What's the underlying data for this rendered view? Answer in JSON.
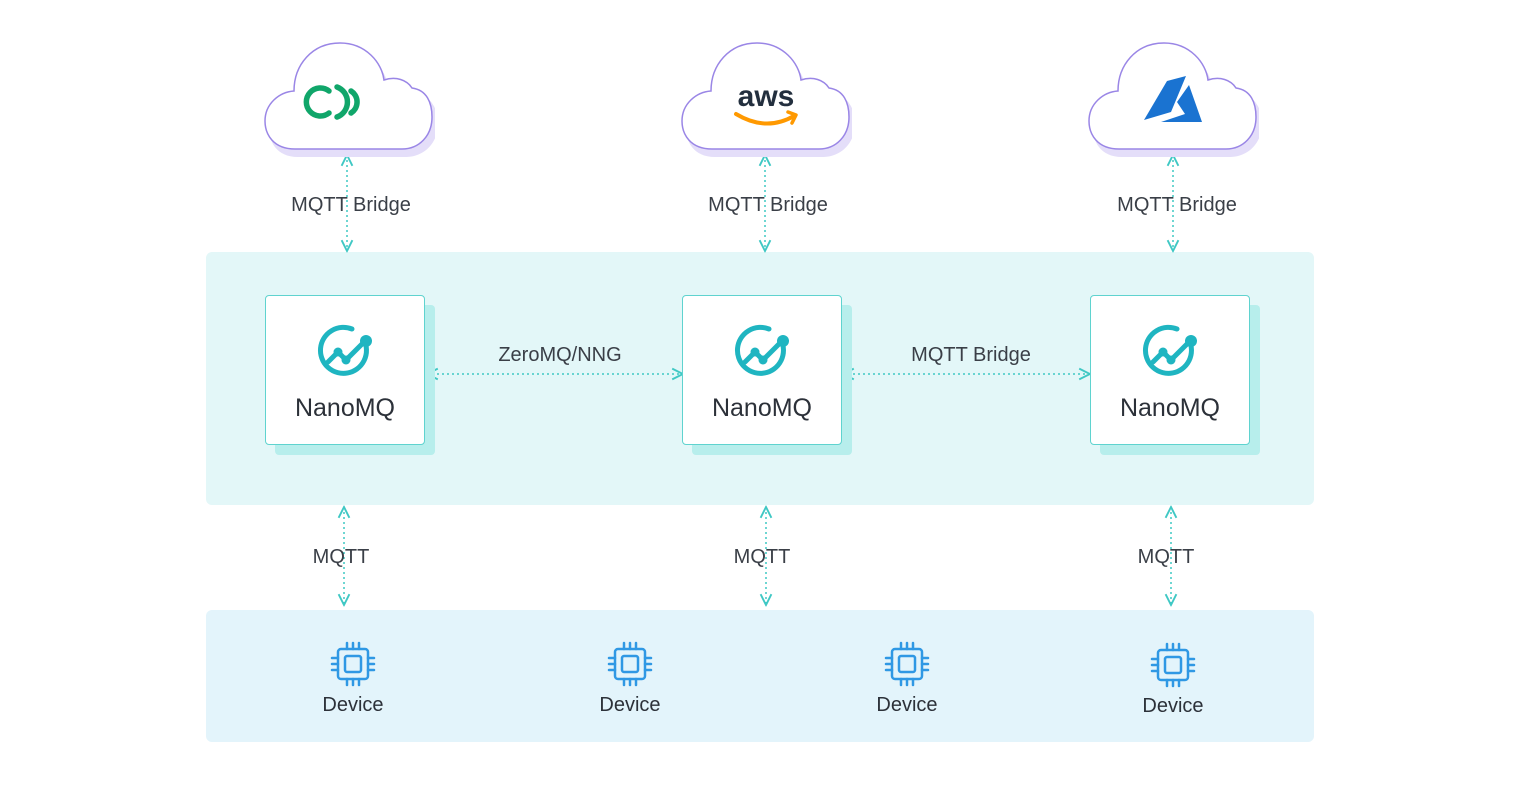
{
  "clouds": [
    {
      "name": "emqx-cloud",
      "icon": "emqx-logo-icon"
    },
    {
      "name": "aws-cloud",
      "icon": "aws-logo-icon",
      "text": "aws"
    },
    {
      "name": "azure-cloud",
      "icon": "azure-logo-icon"
    }
  ],
  "cloud_links": [
    {
      "label": "MQTT Bridge"
    },
    {
      "label": "MQTT Bridge"
    },
    {
      "label": "MQTT Bridge"
    }
  ],
  "brokers": [
    {
      "label": "NanoMQ",
      "icon": "nanomq-logo-icon"
    },
    {
      "label": "NanoMQ",
      "icon": "nanomq-logo-icon"
    },
    {
      "label": "NanoMQ",
      "icon": "nanomq-logo-icon"
    }
  ],
  "broker_links": [
    {
      "label": "ZeroMQ/NNG"
    },
    {
      "label": "MQTT Bridge"
    }
  ],
  "device_links": [
    {
      "label": "MQTT"
    },
    {
      "label": "MQTT"
    },
    {
      "label": "MQTT"
    }
  ],
  "devices": [
    {
      "label": "Device",
      "icon": "chip-icon"
    },
    {
      "label": "Device",
      "icon": "chip-icon"
    },
    {
      "label": "Device",
      "icon": "chip-icon"
    },
    {
      "label": "Device",
      "icon": "chip-icon"
    }
  ],
  "colors": {
    "connector": "#3fc8c4",
    "cloud_stroke": "#9a86e6",
    "cloud_shadow": "#e4def9",
    "emqx_green": "#10a66a",
    "aws_text": "#232f3e",
    "aws_orange": "#ff9900",
    "azure_blue": "#1a73d1",
    "nanomq_teal": "#1fb5c1",
    "chip_blue": "#2f98e4"
  }
}
